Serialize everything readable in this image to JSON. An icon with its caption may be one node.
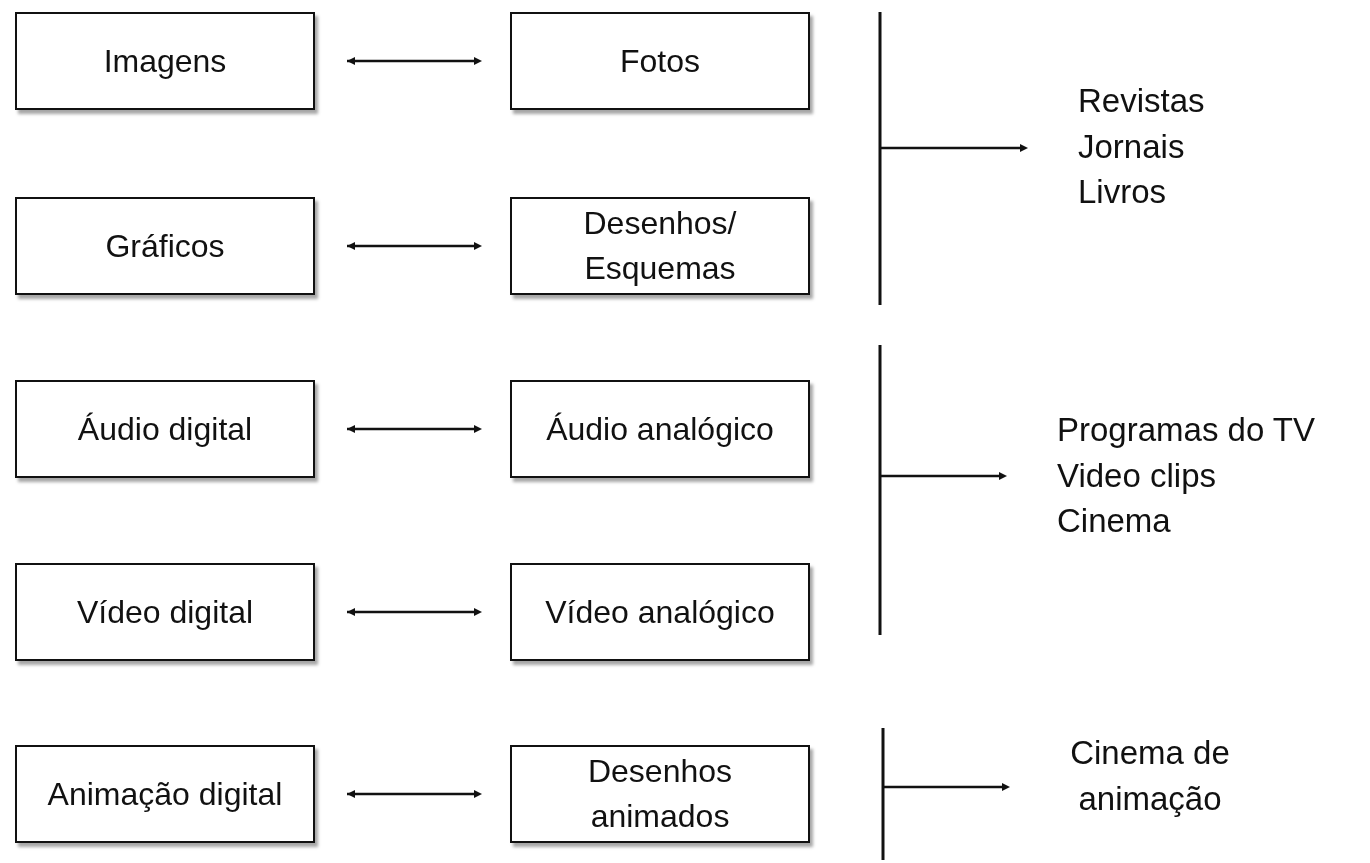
{
  "diagram": {
    "nodes": [
      {
        "text": [
          "Imagens"
        ]
      },
      {
        "text": [
          "Fotos"
        ]
      },
      {
        "text": [
          "Gráficos"
        ]
      },
      {
        "text": [
          "Desenhos/ Esquemas"
        ]
      },
      {
        "text": [
          "Áudio digital"
        ]
      },
      {
        "text": [
          "Áudio analógico"
        ]
      },
      {
        "text": [
          "Vídeo digital"
        ]
      },
      {
        "text": [
          "Vídeo analógico"
        ]
      },
      {
        "text": [
          "Animação digital"
        ]
      },
      {
        "text": [
          "Desenhos animados"
        ]
      },
      {
        "text": [
          "Revistas",
          "Jornais",
          "Livros"
        ]
      },
      {
        "text": [
          "Programas do TV",
          "Video clips",
          "Cinema"
        ]
      },
      {
        "text": [
          "Cinema de animação"
        ]
      }
    ],
    "edges": [
      {
        "from": 0,
        "to": 1,
        "arrow": "both"
      },
      {
        "from": 2,
        "to": 3,
        "arrow": "both"
      },
      {
        "from": 4,
        "to": 5,
        "arrow": "both"
      },
      {
        "from": 6,
        "to": 7,
        "arrow": "both"
      },
      {
        "from": 8,
        "to": 9,
        "arrow": "both"
      },
      {
        "from": null,
        "to": 10,
        "arrow": "to"
      },
      {
        "from": null,
        "to": 11,
        "arrow": "to"
      },
      {
        "from": null,
        "to": 12,
        "arrow": "to"
      }
    ]
  }
}
